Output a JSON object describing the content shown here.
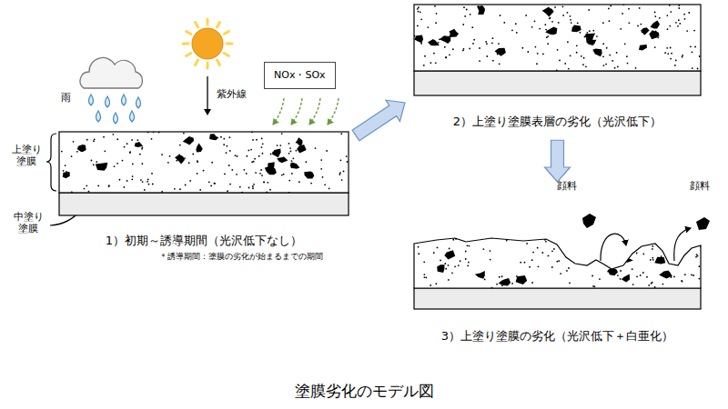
{
  "diagram": {
    "title": "塗膜劣化のモデル図",
    "nodes": [
      {
        "text": [
          "NOx・SOx"
        ]
      },
      {
        "text": [
          "1）初期～誘導期間（光沢低下なし）"
        ]
      },
      {
        "text": [
          "2）上塗り塗膜表層の劣化（光沢低下）"
        ]
      },
      {
        "text": [
          "3）上塗り塗膜の劣化（光沢低下＋白亜化）"
        ]
      }
    ],
    "edges": [
      {
        "from": 1,
        "to": 2,
        "arrow": "to"
      },
      {
        "from": 2,
        "to": 3,
        "arrow": "to"
      }
    ],
    "labels": [
      "雨",
      "紫外線",
      "上塗り 塗膜",
      "中塗り 塗膜",
      "＊誘導期間：塗膜の劣化が始まるまでの期間",
      "顔料",
      "顔料"
    ]
  }
}
